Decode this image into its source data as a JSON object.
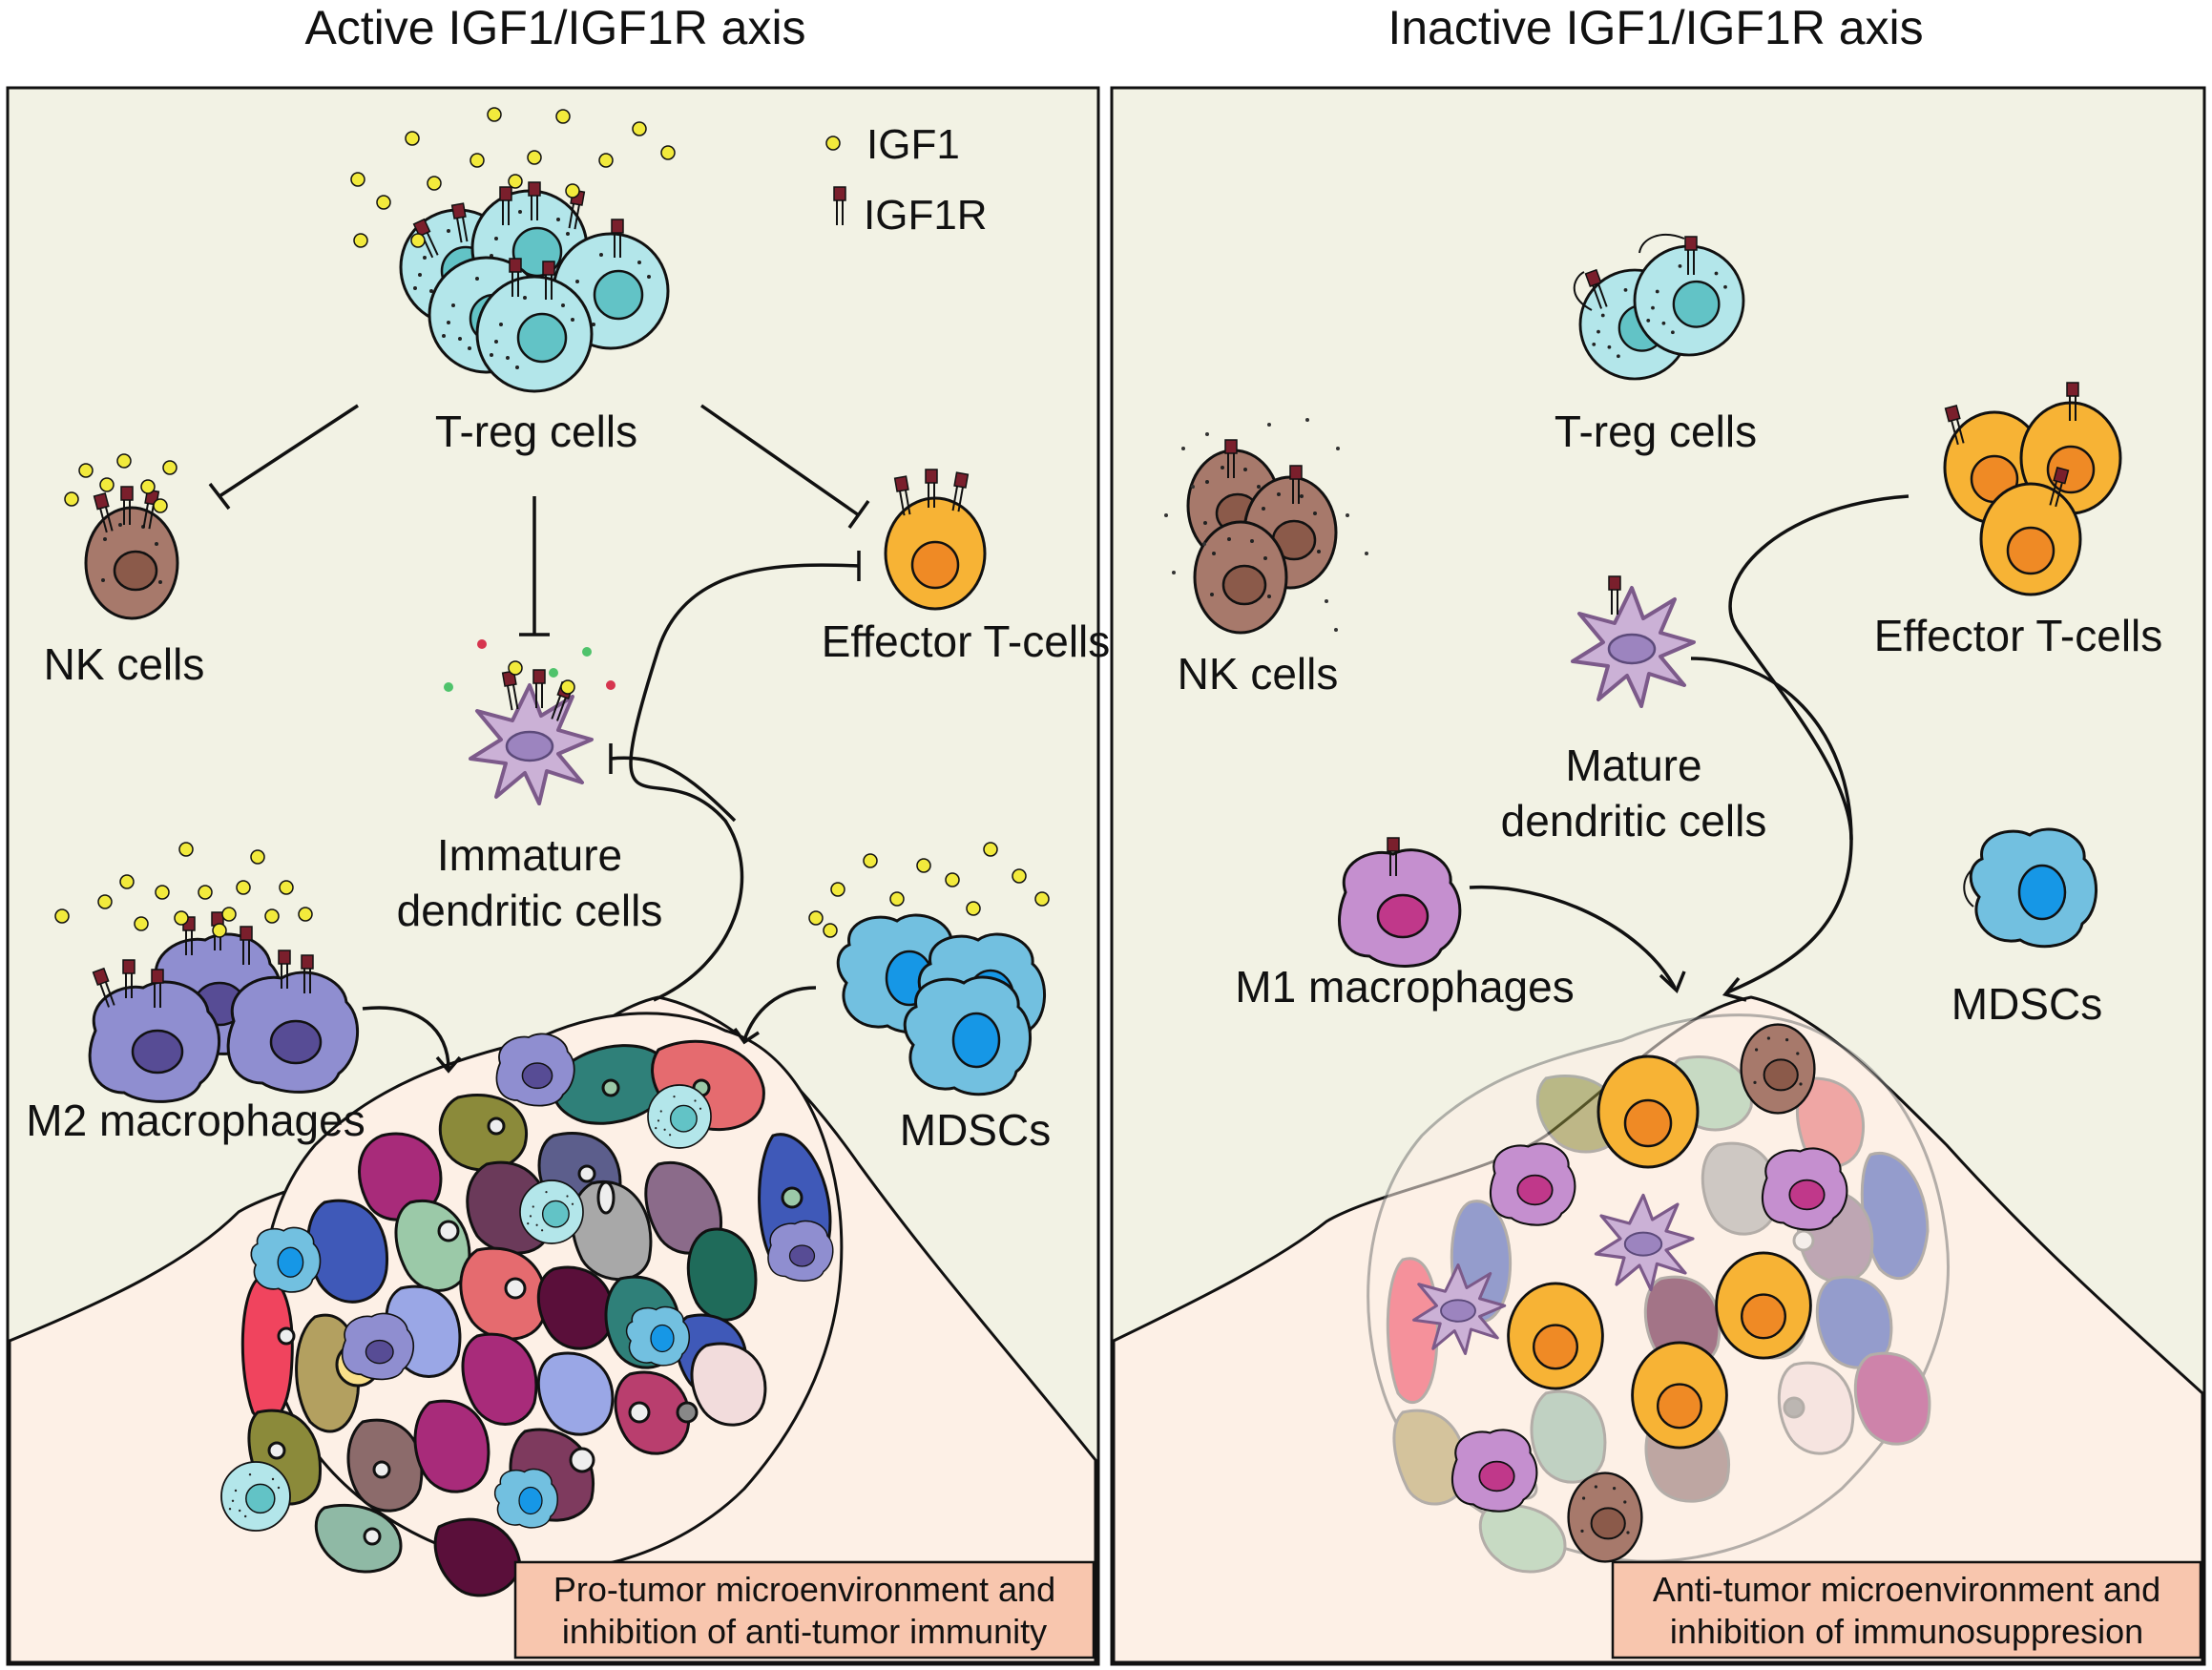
{
  "panels": {
    "active": {
      "title": "Active IGF1/IGF1R axis",
      "labels": {
        "treg": "T-reg cells",
        "nk": "NK cells",
        "effector": "Effector T-cells",
        "dc_line1": "Immature",
        "dc_line2": "dendritic cells",
        "macro": "M2 macrophages",
        "mdsc": "MDSCs"
      },
      "box_line1": "Pro-tumor microenvironment and",
      "box_line2": "inhibition of anti-tumor immunity"
    },
    "inactive": {
      "title": "Inactive IGF1/IGF1R axis",
      "labels": {
        "treg": "T-reg cells",
        "nk": "NK cells",
        "effector": "Effector T-cells",
        "dc_line1": "Mature",
        "dc_line2": "dendritic cells",
        "macro": "M1 macrophages",
        "mdsc": "MDSCs"
      },
      "box_line1": "Anti-tumor microenvironment and",
      "box_line2": "inhibition of immunosuppresion"
    }
  },
  "legend": {
    "ligand": "IGF1",
    "receptor": "IGF1R"
  },
  "colors": {
    "background_panel": "#f2f2e4",
    "tumor_bed": "#fdf0e6",
    "treg": "#b3e6ea",
    "nk": "#a7796b",
    "effector": "#f7b335",
    "dc": "#cbb1d6",
    "m2_macrophage": "#8f8ed0",
    "m1_macrophage": "#c58fcf",
    "mdsc": "#72c0e0",
    "igf1": "#f2ea3c",
    "receptor": "#7a1f2c",
    "box": "#f8c6ae"
  }
}
